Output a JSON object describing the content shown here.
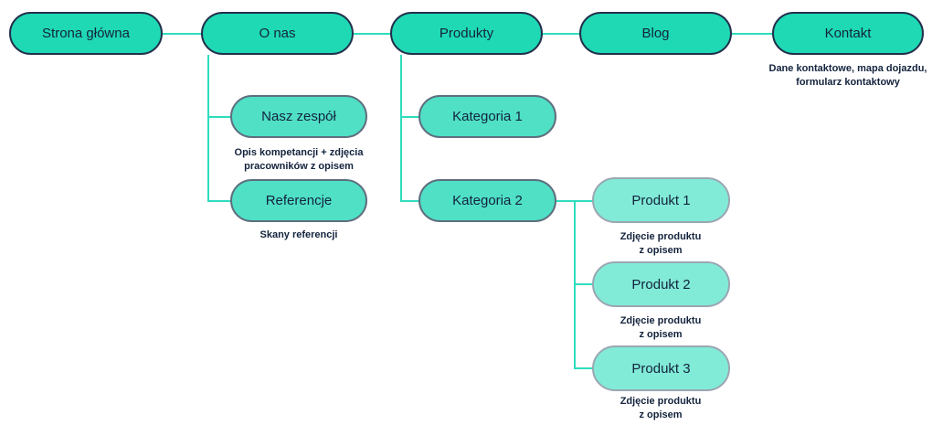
{
  "colors": {
    "l1-fill": "#1fd9b4",
    "l1-border": "#22304c",
    "l2-fill": "#4fe0c6",
    "l2-border": "#5e6e7e",
    "l3-fill": "#81ebd7",
    "l3-border": "#9ba6b2",
    "connector": "#2edcbe",
    "text": "#13233d",
    "bg": "#ffffff"
  },
  "diagram": {
    "type": "sitemap",
    "nodes": {
      "strona_glowna": {
        "label": "Strona główna"
      },
      "o_nas": {
        "label": "O nas"
      },
      "produkty": {
        "label": "Produkty"
      },
      "blog": {
        "label": "Blog"
      },
      "kontakt": {
        "label": "Kontakt",
        "caption": "Dane kontaktowe, mapa dojazdu,\nformularz kontaktowy"
      },
      "nasz_zespol": {
        "label": "Nasz zespół",
        "caption": "Opis kompetancji + zdjęcia\npracowników z opisem"
      },
      "referencje": {
        "label": "Referencje",
        "caption": "Skany referencji"
      },
      "kategoria_1": {
        "label": "Kategoria 1"
      },
      "kategoria_2": {
        "label": "Kategoria 2"
      },
      "produkt_1": {
        "label": "Produkt 1",
        "caption": "Zdjęcie produktu\nz opisem"
      },
      "produkt_2": {
        "label": "Produkt 2",
        "caption": "Zdjęcie produktu\nz opisem"
      },
      "produkt_3": {
        "label": "Produkt 3",
        "caption": "Zdjęcie produktu\nz opisem"
      }
    }
  }
}
